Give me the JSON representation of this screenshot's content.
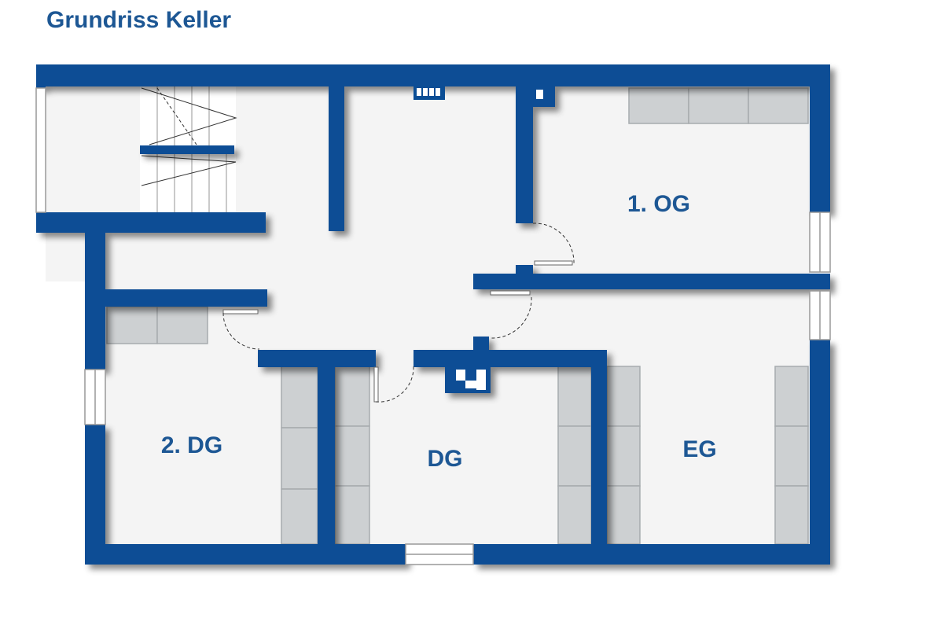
{
  "title": "Grundriss Keller",
  "rooms": [
    {
      "id": "og1",
      "label": "1. OG"
    },
    {
      "id": "dg2",
      "label": "2. DG"
    },
    {
      "id": "dg",
      "label": "DG"
    },
    {
      "id": "eg",
      "label": "EG"
    }
  ],
  "colors": {
    "wall": "#0a4d95",
    "title": "#1d5794",
    "room_label": "#1d5794",
    "floor": "#f4f4f4",
    "storage": "#cdd0d2",
    "storage_border": "#a7abae",
    "window_frame": "#999999"
  }
}
